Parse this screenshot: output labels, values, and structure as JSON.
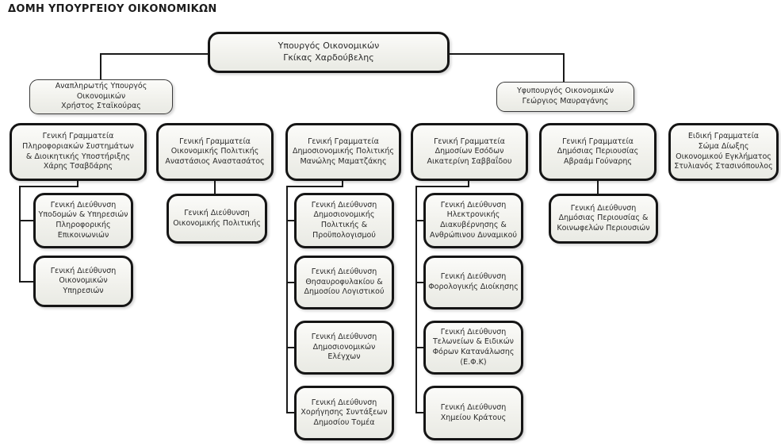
{
  "title": "ΔΟΜΗ ΥΠΟΥΡΓΕΙΟΥ ΟΙΚΟΝΟΜΙΚΩΝ",
  "colors": {
    "box_border": "#151515",
    "box_fill_top": "#fbfbf9",
    "box_fill_bottom": "#e9eae4",
    "text": "#2a2a2a",
    "background": "#ffffff"
  },
  "nodes": {
    "minister": "Υπουργός Οικονομικών\nΓκίκας Χαρδούβελης",
    "deputy_minister": "Αναπληρωτής Υπουργός\nΟικονομικών\nΧρήστος Σταϊκούρας",
    "vice_minister": "Υφυπουργός Οικονομικών\nΓεώργιος Μαυραγάνης",
    "secretariats": [
      {
        "label": "Γενική Γραμματεία\nΠληροφοριακών Συστημάτων\n& Διοικητικής Υποστήριξης\nΧάρης Τσαβδάρης",
        "directorates": [
          "Γενική Διεύθυνση\nΥποδομών & Υπηρεσιών\nΠληροφορικής\nΕπικοινωνιών",
          "Γενική Διεύθυνση\nΟικονομικών Υπηρεσιών"
        ]
      },
      {
        "label": "Γενική Γραμματεία\nΟικονομικής Πολιτικής\nΑναστάσιος Αναστασάτος",
        "directorates": [
          "Γενική Διεύθυνση\nΟικονομικής Πολιτικής"
        ]
      },
      {
        "label": "Γενική Γραμματεία\nΔημοσιονομικής Πολιτικής\nΜανώλης Μαματζάκης",
        "directorates": [
          "Γενική Διεύθυνση\nΔημοσιονομικής\nΠολιτικής &\nΠροϋπολογισμού",
          "Γενική Διεύθυνση\nΘησαυροφυλακίου &\nΔημοσίου Λογιστικού",
          "Γενική Διεύθυνση\nΔημοσιονομικών\nΕλέγχων",
          "Γενική Διεύθυνση\nΧορήγησης Συντάξεων\nΔημοσίου Τομέα"
        ]
      },
      {
        "label": "Γενική Γραμματεία\nΔημοσίων Εσόδων\nΑικατερίνη Σαββαΐδου",
        "directorates": [
          "Γενική Διεύθυνση\nΗλεκτρονικής\nΔιακυβέρνησης &\nΑνθρώπινου Δυναμικού",
          "Γενική Διεύθυνση\nΦορολογικής Διοίκησης",
          "Γενική Διεύθυνση\nΤελωνείων & Ειδικών\nΦόρων Κατανάλωσης\n(Ε.Φ.Κ)",
          "Γενική Διεύθυνση\nΧημείου Κράτους"
        ]
      },
      {
        "label": "Γενική Γραμματεία\nΔημόσιας Περιουσίας\nΑβραάμ Γούναρης",
        "directorates": [
          "Γενική Διεύθυνση\nΔημόσιας Περιουσίας &\nΚοινωφελών Περιουσιών"
        ]
      },
      {
        "label": "Ειδική Γραμματεία\nΣώμα Δίωξης\nΟικονομικού Εγκλήματος\nΣτυλιανός Στασινόπουλος",
        "directorates": []
      }
    ]
  }
}
